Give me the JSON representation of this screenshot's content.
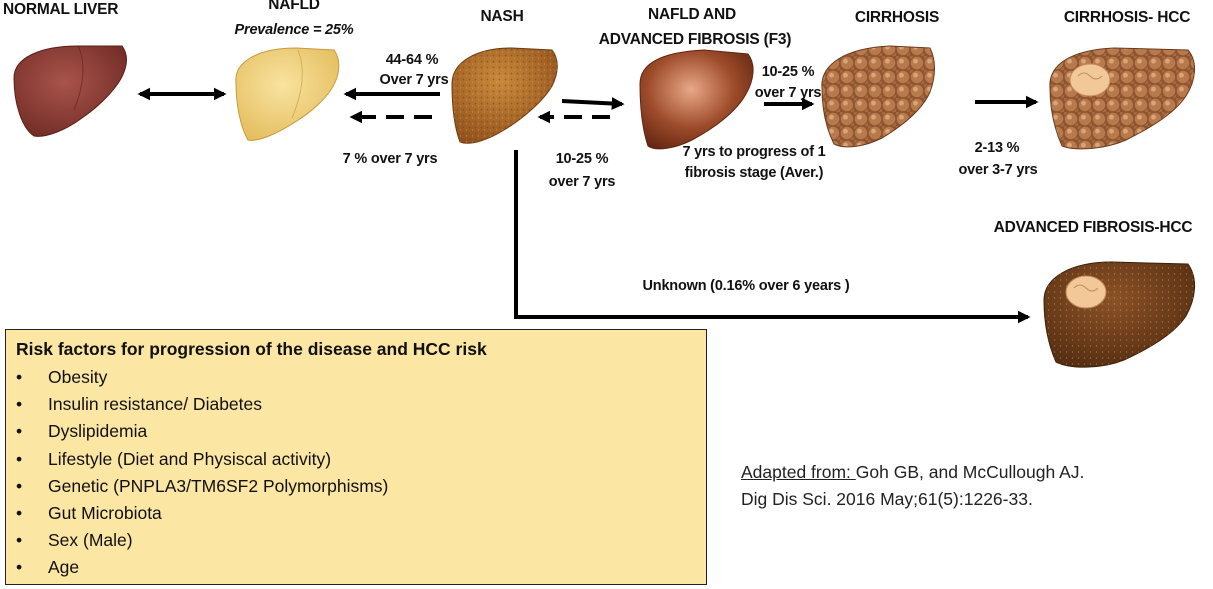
{
  "stages": {
    "normal_liver": "NORMAL LIVER",
    "nafld": "NAFLD",
    "nafld_prevalence": "Prevalence = 25%",
    "nash": "NASH",
    "nafld_f3_line1": "NAFLD AND",
    "nafld_f3_line2": "ADVANCED FIBROSIS (F3)",
    "cirrhosis": "CIRRHOSIS",
    "cirrhosis_hcc": "CIRRHOSIS- HCC",
    "advanced_fibrosis_hcc": "ADVANCED FIBROSIS-HCC"
  },
  "transitions": {
    "nafld_to_nash_line1": "44-64 %",
    "nafld_to_nash_line2": "Over 7 yrs",
    "nash_to_nafld": "7 % over 7 yrs",
    "nash_to_f3_line1": "10-25 %",
    "nash_to_f3_line2": "over 7 yrs",
    "f3_to_cirrhosis_line1": "10-25 %",
    "f3_to_cirrhosis_line2": "over 7 yrs",
    "fibrosis_progress_line1": "7 yrs to progress of 1",
    "fibrosis_progress_line2": "fibrosis stage (Aver.)",
    "cirrhosis_to_hcc_line1": "2-13 %",
    "cirrhosis_to_hcc_line2": "over 3-7 yrs",
    "nash_to_hcc": "Unknown (0.16% over 6 years )"
  },
  "risk_factors": {
    "title": "Risk factors for progression of the disease and HCC risk",
    "items": [
      "Obesity",
      "Insulin resistance/ Diabetes",
      "Dyslipidemia",
      "Lifestyle (Diet and Physiscal activity)",
      "Genetic (PNPLA3/TM6SF2 Polymorphisms)",
      "Gut Microbiota",
      "Sex (Male)",
      "Age"
    ]
  },
  "citation": {
    "prefix": "Adapted from: ",
    "authors": "Goh GB, and McCullough AJ.",
    "journal": "Dig Dis Sci. 2016 May;61(5):1226-33."
  },
  "colors": {
    "normal_liver": "#8a3b33",
    "nafld_liver": "#f0cf73",
    "nash_liver": "#b36b27",
    "fibrosis_liver": "#8c3b1c",
    "cirrhosis_liver": "#a86a3c",
    "hcc_liver": "#6b3a1a",
    "tumor": "#f3c898",
    "risk_box": "#fbe6a4",
    "arrow": "#000000"
  }
}
